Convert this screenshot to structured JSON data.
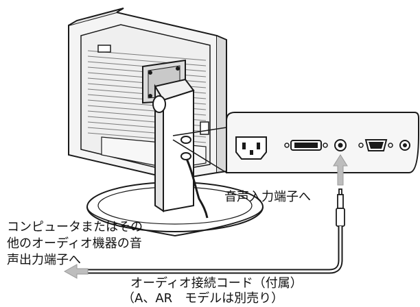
{
  "labels": {
    "audio_input_terminal": "音声入力端子へ",
    "source_line_1": "コンピュータまたはその",
    "source_line_2": "他のオーディオ機器の音",
    "source_line_3": "声出力端子へ",
    "cable_line_1": "オーディオ接続コード（付属）",
    "cable_line_2": "（A、AR　モデルは別売り）"
  },
  "colors": {
    "line": "#1a1a1a",
    "arrow": "#bdbdbd",
    "panel": "#f6f6f6",
    "monitor_back": "#f2f2f2",
    "grille": "#7a7a7a"
  },
  "icons": {
    "power_connector": "ac-inlet-icon",
    "dvi_connector": "dvi-port-icon",
    "audio_jack": "audio-jack-icon",
    "vga_connector": "hd15-port-icon"
  }
}
